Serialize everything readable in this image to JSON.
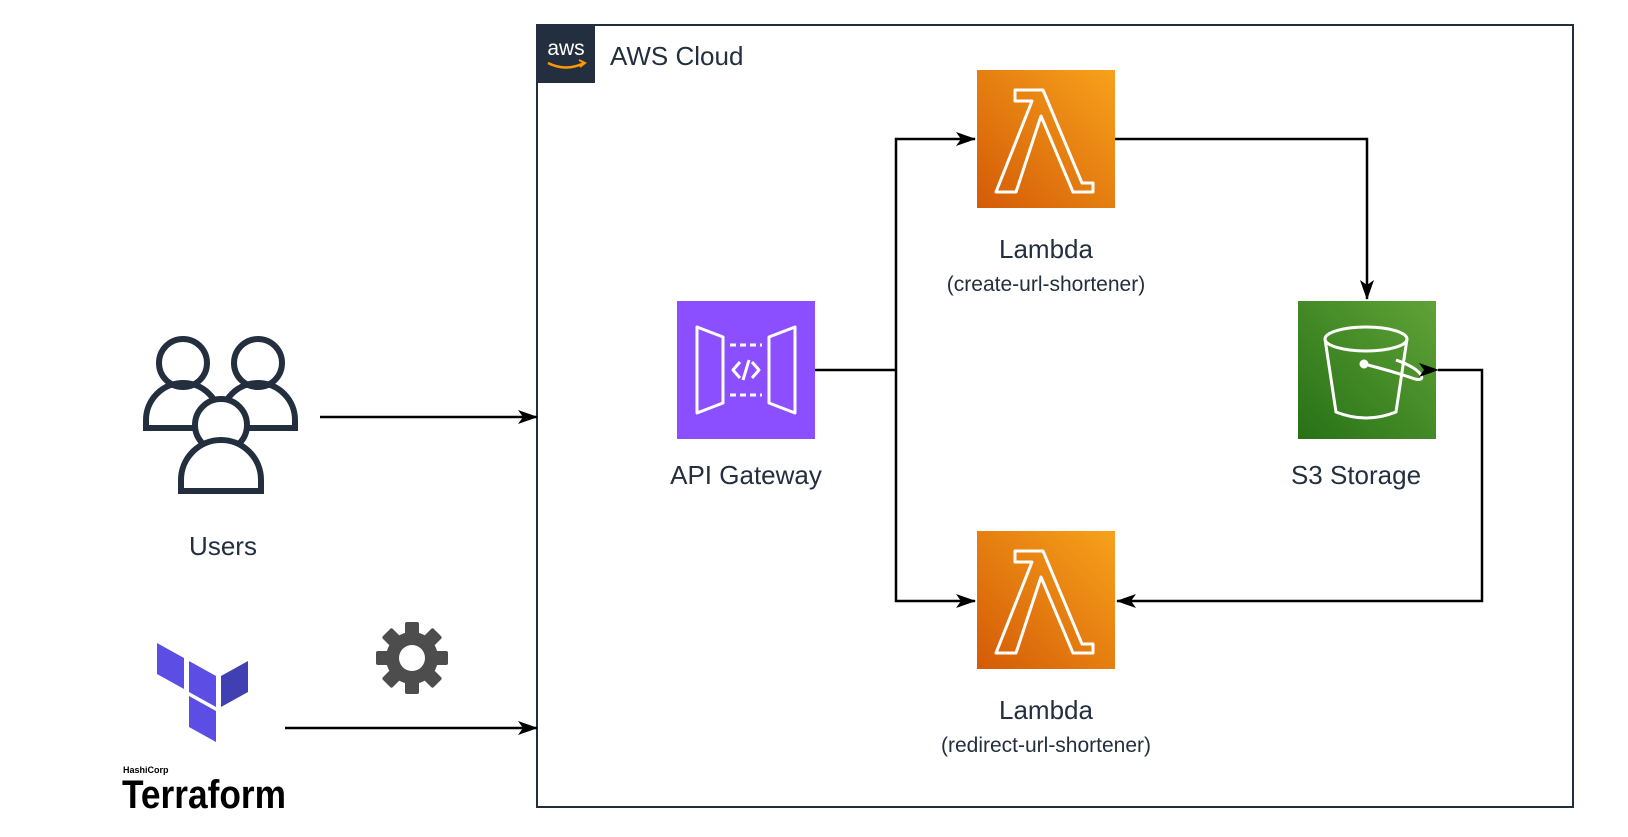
{
  "cloud": {
    "title": "AWS Cloud",
    "logo_text": "aws"
  },
  "nodes": {
    "users": {
      "label": "Users",
      "icon": "users-icon"
    },
    "terraform": {
      "vendor": "HashiCorp",
      "label": "Terraform",
      "icon": "terraform-logo"
    },
    "gear": {
      "icon": "gear-icon"
    },
    "api_gateway": {
      "label": "API Gateway",
      "icon": "api-gateway-icon"
    },
    "lambda_create": {
      "label": "Lambda",
      "sublabel": "(create-url-shortener)",
      "icon": "lambda-icon"
    },
    "lambda_redirect": {
      "label": "Lambda",
      "sublabel": "(redirect-url-shortener)",
      "icon": "lambda-icon"
    },
    "s3": {
      "label": "S3 Storage",
      "icon": "s3-bucket-icon"
    }
  },
  "colors": {
    "container_border": "#232f3e",
    "api_gateway": "#8c4fff",
    "lambda_top": "#f7a21b",
    "lambda_bottom": "#d45b07",
    "s3_top": "#60a337",
    "s3_bottom": "#277116",
    "terraform": "#5c4ee5",
    "gear": "#4d4d4d",
    "users": "#232f3e",
    "arrow": "#000000"
  }
}
